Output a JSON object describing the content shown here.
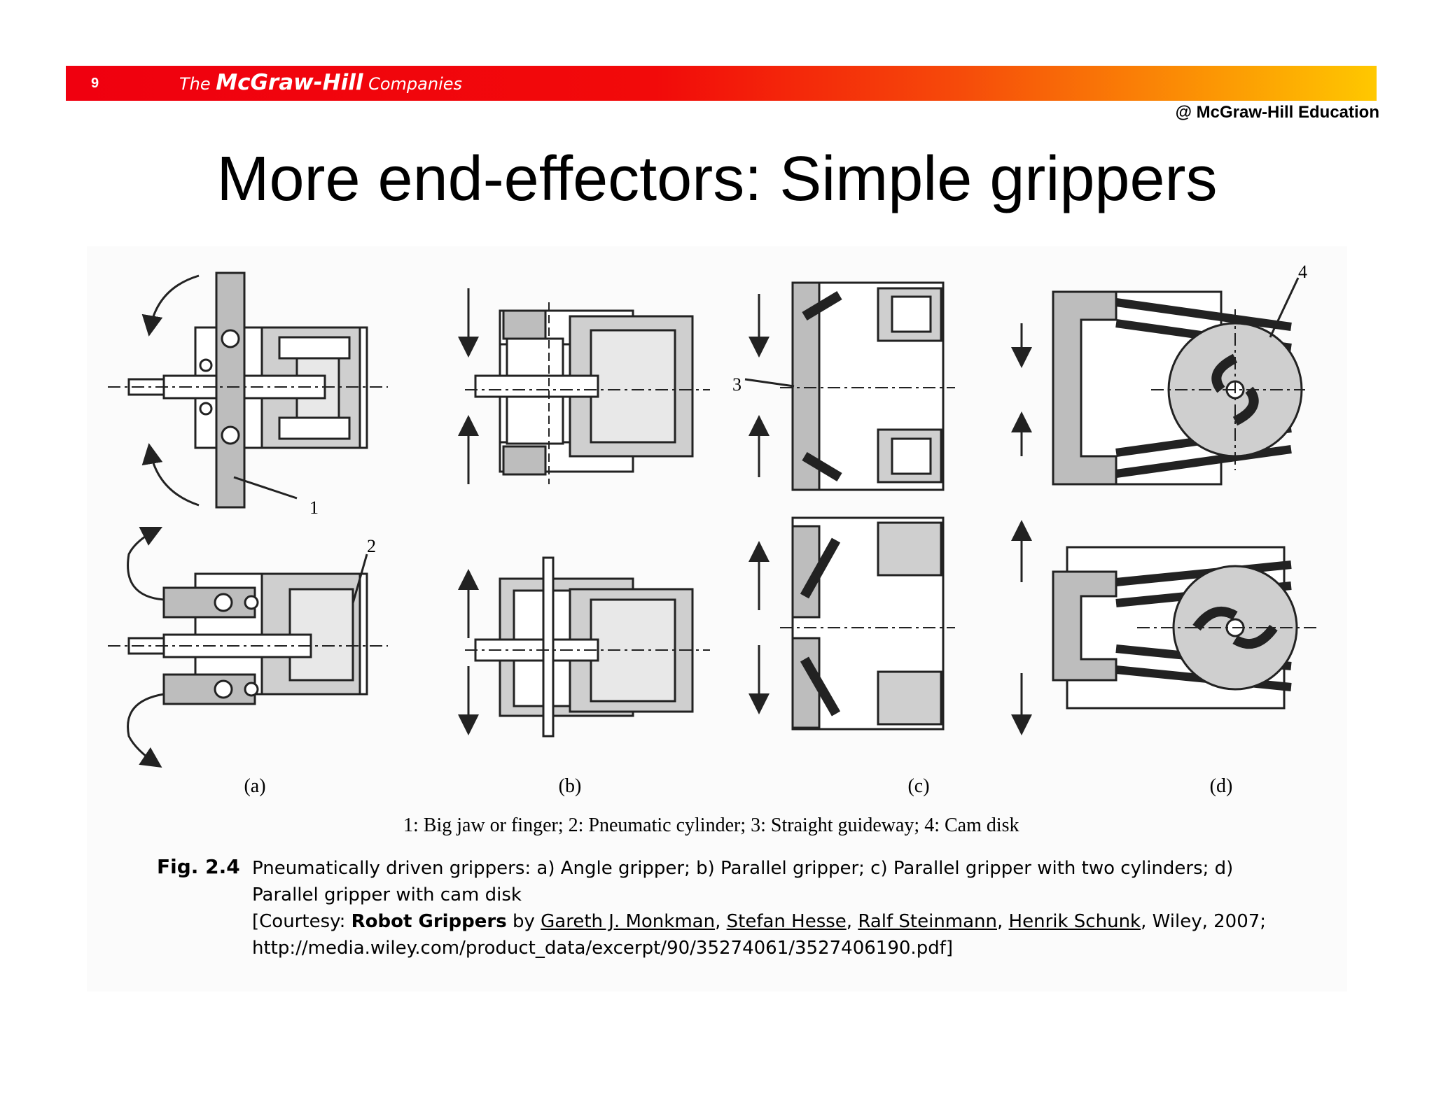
{
  "header": {
    "slide_number": "9",
    "brand_prefix": "The ",
    "brand_name": "McGraw-Hill",
    "brand_suffix": " Companies",
    "copyright": "@ McGraw-Hill Education",
    "bar_colors": [
      "#f0000f",
      "#ffc800"
    ]
  },
  "title": "More end-effectors: Simple grippers",
  "figure": {
    "panels": [
      "(a)",
      "(b)",
      "(c)",
      "(d)"
    ],
    "callouts": [
      "1",
      "2",
      "3",
      "4"
    ],
    "legend": "1: Big jaw or finger; 2: Pneumatic cylinder; 3: Straight guideway; 4: Cam disk",
    "caption": {
      "label": "Fig. 2.4",
      "line1": "Pneumatically driven grippers: a) Angle gripper; b) Parallel gripper; c) Parallel gripper with two cylinders; d) Parallel gripper with cam disk",
      "courtesy_open": "[Courtesy: ",
      "book": "Robot Grippers",
      "by": " by ",
      "authors": [
        "Gareth J. Monkman",
        "Stefan Hesse",
        "Ralf Steinmann",
        "Henrik Schunk"
      ],
      "sep": ", ",
      "publisher": ", Wiley, 2007;",
      "url": "http://media.wiley.com/product_data/excerpt/90/35274061/3527406190.pdf]"
    }
  }
}
